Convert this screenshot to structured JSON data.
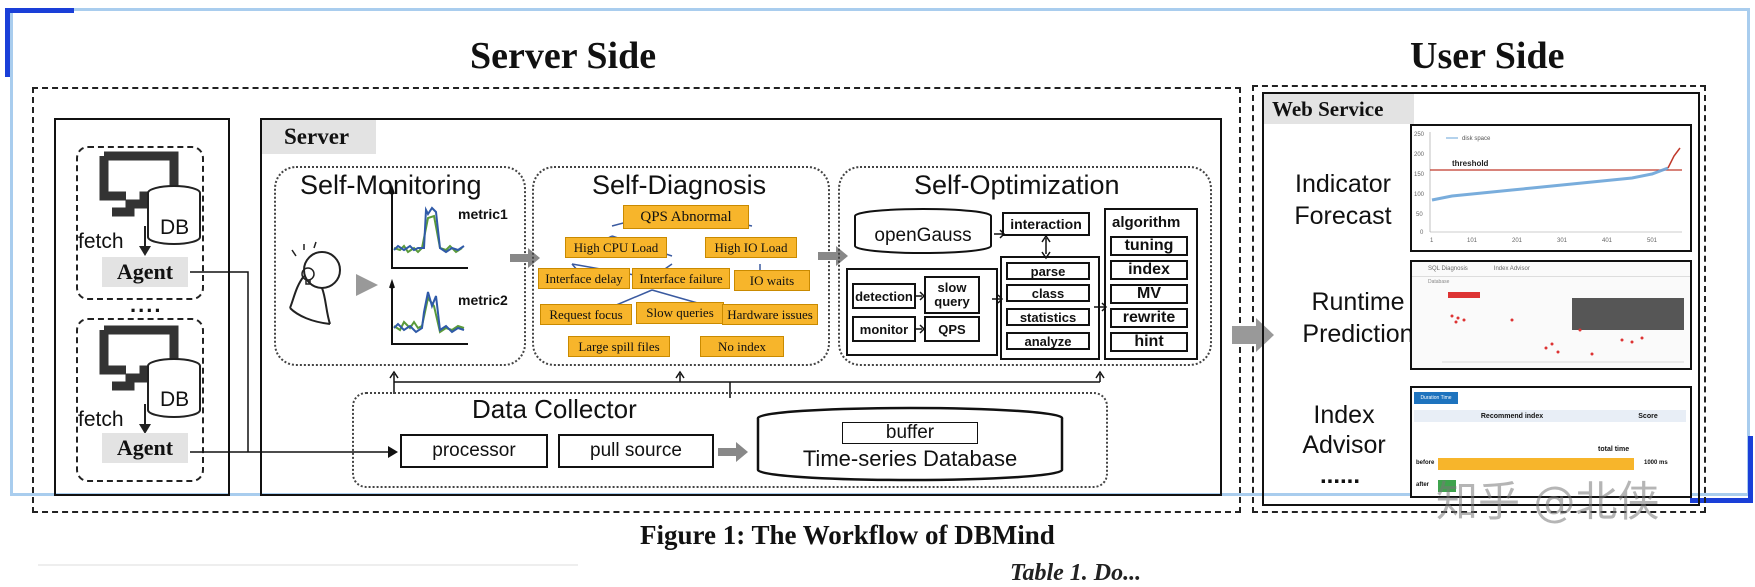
{
  "titles": {
    "server_side": "Server Side",
    "user_side": "User Side",
    "caption": "Figure 1: The Workflow of DBMind",
    "below_caption": "Table 1. Do..."
  },
  "agents": [
    {
      "fetch": "fetch",
      "db": "DB",
      "agent": "Agent"
    },
    {
      "fetch": "fetch",
      "db": "DB",
      "agent": "Agent"
    }
  ],
  "agents_ellipsis": "....",
  "server": {
    "tag": "Server",
    "self_monitoring": {
      "title": "Self-Monitoring",
      "metric1": "metric1",
      "metric2": "metric2"
    },
    "self_diagnosis": {
      "title": "Self-Diagnosis",
      "nodes": {
        "qps": "QPS Abnormal",
        "cpu": "High CPU Load",
        "io": "High IO Load",
        "interface_delay": "Interface delay",
        "interface_failure": "Interface failure",
        "io_waits": "IO waits",
        "request_focus": "Request focus",
        "slow_queries": "Slow queries",
        "hardware": "Hardware issues",
        "spill": "Large spill files",
        "no_index": "No index"
      }
    },
    "self_optimization": {
      "title": "Self-Optimization",
      "opengauss": "openGauss",
      "interaction": "interaction",
      "detection": "detection",
      "slow_query": "slow query",
      "monitor": "monitor",
      "qps": "QPS",
      "parse": "parse",
      "class": "class",
      "statistics": "statistics",
      "analyze": "analyze",
      "algorithm": "algorithm",
      "algorithms": [
        "tuning",
        "index",
        "MV",
        "rewrite",
        "hint"
      ]
    },
    "data_collector": {
      "title": "Data Collector",
      "processor": "processor",
      "pull_source": "pull source",
      "buffer": "buffer",
      "tsdb": "Time-series Database"
    }
  },
  "user": {
    "web_service": "Web Service",
    "items": [
      {
        "label": "Indicator Forecast"
      },
      {
        "label": "Runtime Prediction"
      },
      {
        "label": "Index Advisor"
      }
    ],
    "ellipsis": "......",
    "forecast_chart": {
      "legend": "disk space",
      "threshold_label": "threshold",
      "y_ticks": [
        "250",
        "200",
        "150",
        "100",
        "50",
        "0"
      ],
      "x_ticks": [
        "1",
        "101",
        "201",
        "301",
        "401",
        "501"
      ]
    },
    "runtime_panel": {
      "tab1": "SQL Diagnosis",
      "tab2": "Index Advisor",
      "field": "Database"
    },
    "index_panel": {
      "btn": "Duration Time",
      "recommend": "Recommend index",
      "score": "Score",
      "total_time": "total time",
      "before": "before",
      "after": "after",
      "time": "1000 ms"
    }
  },
  "watermark": "知乎 @北侠",
  "colors": {
    "orange": "#f7b52b",
    "blue_line": "#2f5aa8",
    "green_line": "#5a9a3a",
    "frame_blue": "#9fc5ea",
    "frame_accent": "#1a3fd8"
  }
}
